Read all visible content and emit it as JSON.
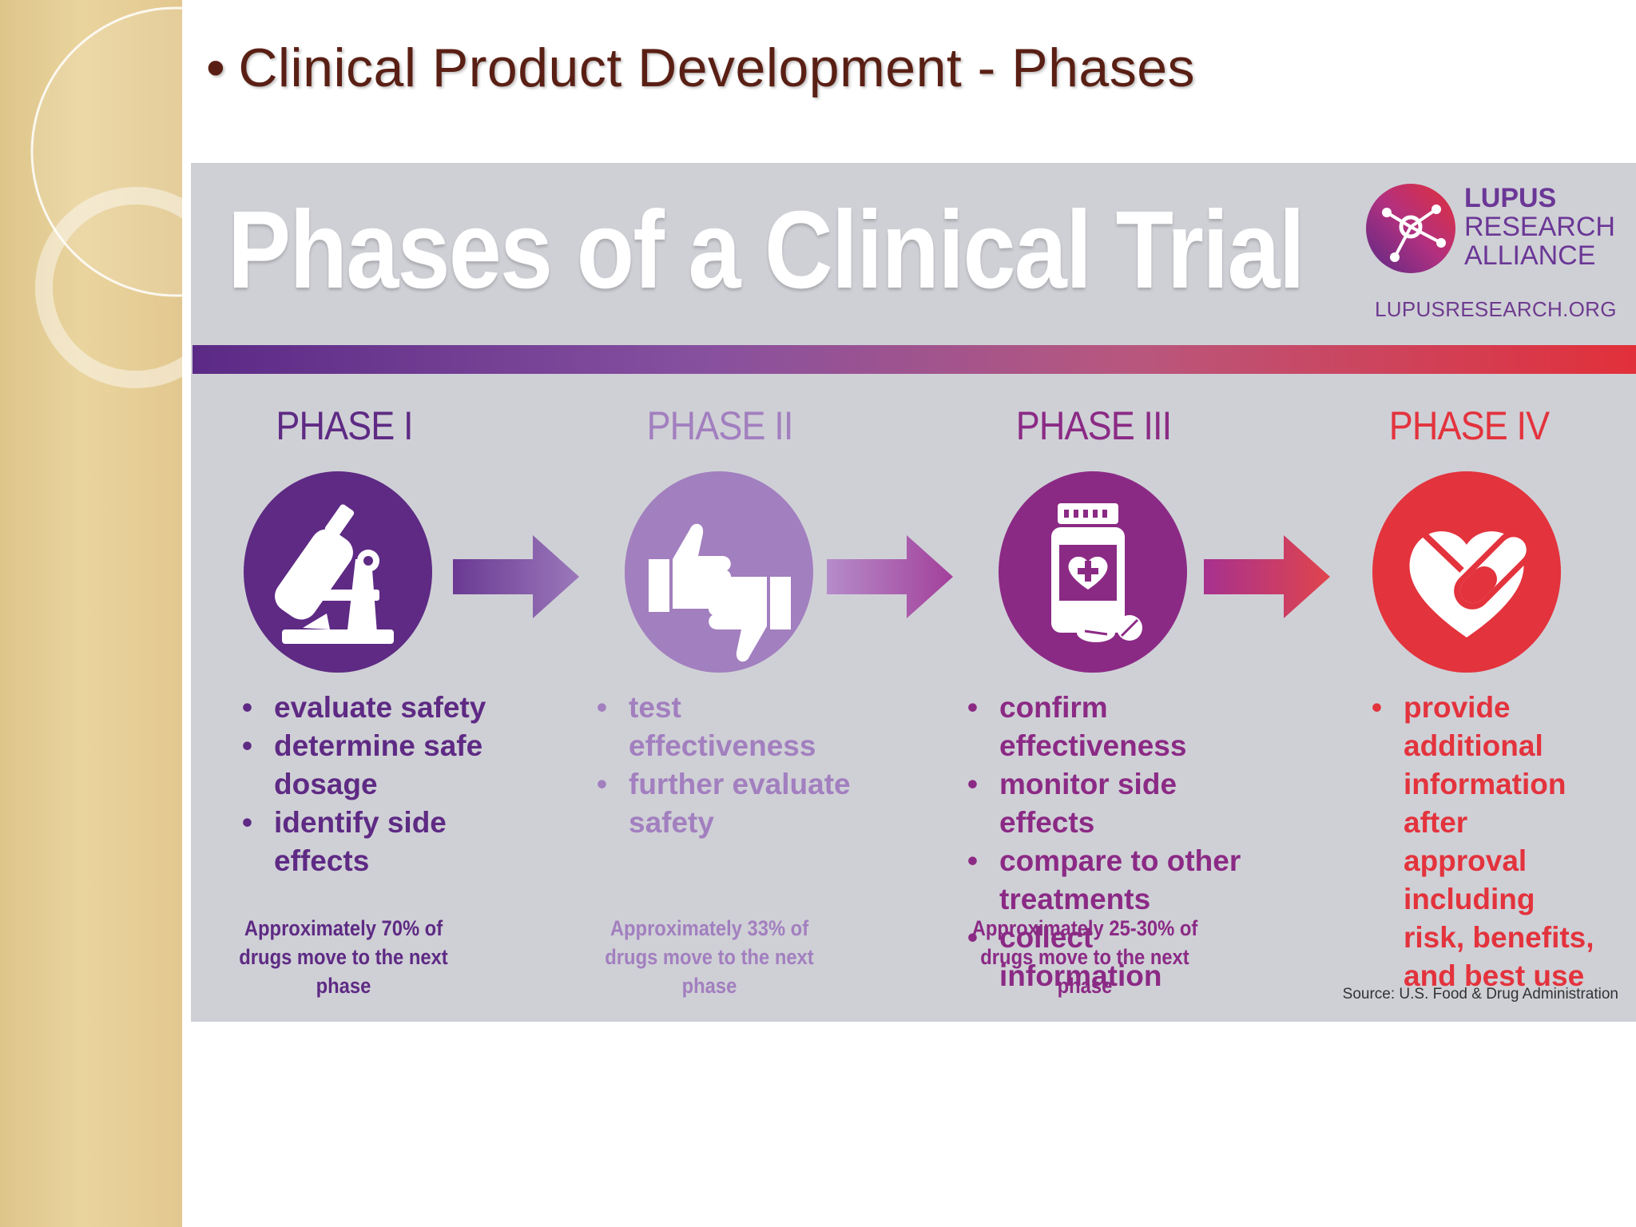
{
  "slide": {
    "bullet": "•",
    "title": "Clinical Product Development - Phases"
  },
  "infographic": {
    "title": "Phases of a Clinical Trial",
    "logo": {
      "line1": "LUPUS",
      "line2": "RESEARCH",
      "line3": "ALLIANCE",
      "url": "LUPUSRESEARCH.ORG"
    },
    "phases": [
      {
        "heading": "PHASE I",
        "icon": "microscope-icon",
        "color": "#5e2a84",
        "bullets": [
          "evaluate safety",
          "determine safe dosage",
          "identify side effects"
        ],
        "note": "Approximately 70% of drugs move to the next phase"
      },
      {
        "heading": "PHASE II",
        "icon": "thumbs-up-down-icon",
        "color": "#a27fbf",
        "bullets": [
          "test effectiveness",
          "further evaluate safety"
        ],
        "note": "Approximately 33% of drugs move to the next phase"
      },
      {
        "heading": "PHASE III",
        "icon": "medicine-bottle-icon",
        "color": "#8b2a85",
        "bullets": [
          "confirm effectiveness",
          "monitor side effects",
          "compare to other treatments",
          "collect information"
        ],
        "note": "Approximately 25-30% of drugs move to the next phase"
      },
      {
        "heading": "PHASE IV",
        "icon": "heart-pill-icon",
        "color": "#e3333d",
        "bullets": [
          "provide additional information after approval including risk, benefits, and best use"
        ],
        "note": ""
      }
    ],
    "source": "Source: U.S. Food & Drug Administration"
  }
}
